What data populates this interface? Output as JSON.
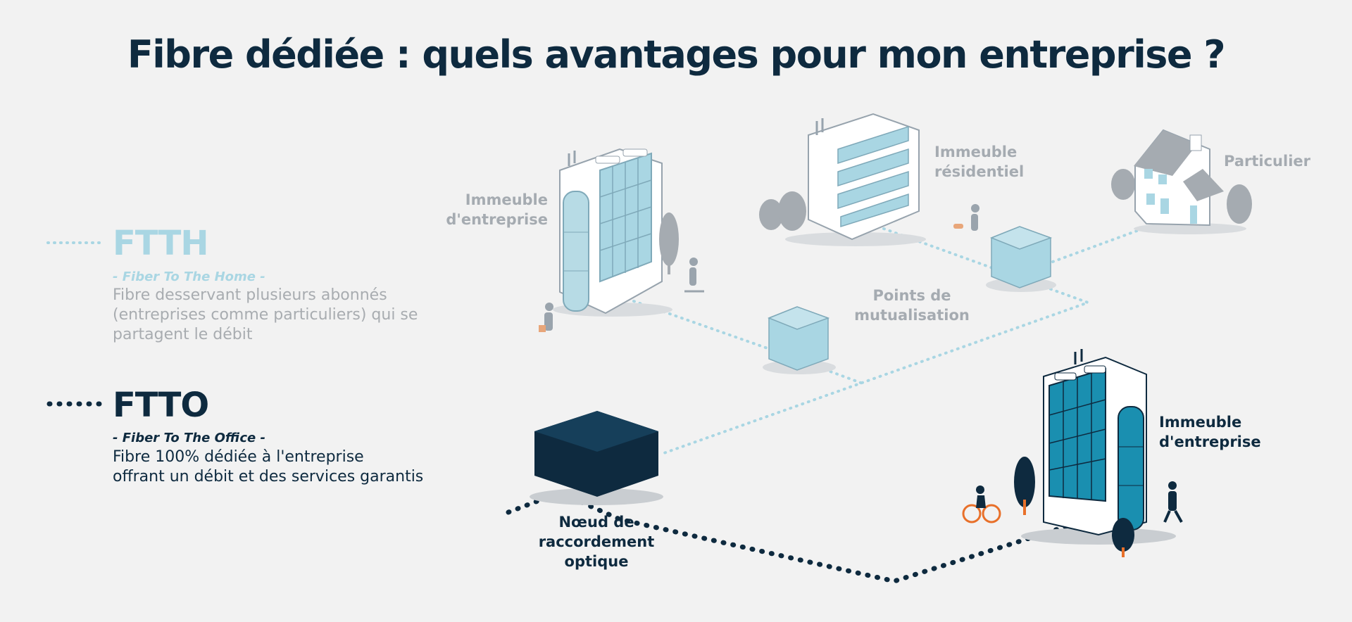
{
  "title": "Fibre dédiée : quels avantages pour mon entreprise ?",
  "legend": {
    "ftth": {
      "title": "FTTH",
      "subtitle": "- Fiber To The Home -",
      "description_lines": [
        "Fibre desservant plusieurs abonnés",
        "(entreprises comme particuliers) qui se",
        "partagent le débit"
      ],
      "color": "#a9d6e3"
    },
    "ftto": {
      "title": "FTTO",
      "subtitle": "- Fiber To The Office -",
      "description_lines": [
        "Fibre 100% dédiée à l'entreprise",
        "offrant un débit et des services garantis"
      ],
      "color": "#0e2a3f"
    }
  },
  "labels": {
    "office_left": [
      "Immeuble",
      "d'entreprise"
    ],
    "residential": [
      "Immeuble",
      "résidentiel"
    ],
    "individual": [
      "Particulier"
    ],
    "mutualisation": [
      "Points de",
      "mutualisation"
    ],
    "node": [
      "Nœud de",
      "raccordement",
      "optique"
    ],
    "office_right": [
      "Immeuble",
      "d'entreprise"
    ]
  },
  "colors": {
    "background": "#f2f2f2",
    "navy": "#0e2a3f",
    "light_blue": "#a9d6e3",
    "teal": "#1a8fb0",
    "gray": "#a5abb1",
    "orange": "#e8702a"
  },
  "icons": [
    "office-building-icon",
    "residential-building-icon",
    "house-icon",
    "mutualisation-box-icon",
    "optical-node-box-icon",
    "tree-icon",
    "pedestrian-icon",
    "cyclist-icon",
    "scooter-icon",
    "dog-walker-icon"
  ]
}
